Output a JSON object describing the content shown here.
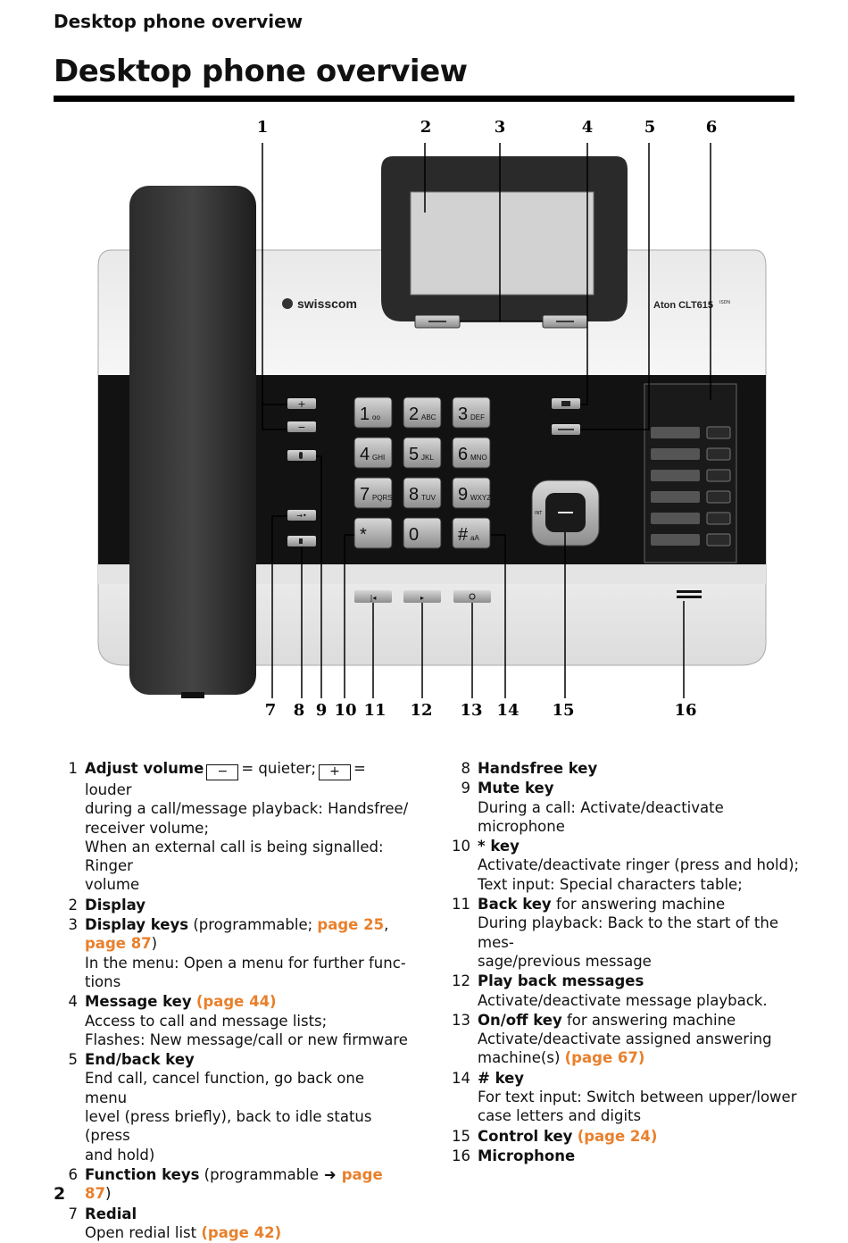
{
  "header": {
    "running_head": "Desktop phone overview",
    "title": "Desktop phone overview"
  },
  "figure": {
    "brand": "swisscom",
    "model": "Aton CLT615",
    "model_suffix": "ISDN",
    "keypad": [
      "1",
      "2",
      "3",
      "4",
      "5",
      "6",
      "7",
      "8",
      "9",
      "*",
      "0",
      "#"
    ],
    "keypad_sub": [
      "oo",
      "ABC",
      "DEF",
      "GHI",
      "JKL",
      "MNO",
      "PQRS",
      "TUV",
      "WXYZ",
      "",
      "",
      "aA"
    ],
    "volume_plus": "+",
    "volume_minus": "−",
    "nav_left": "INT",
    "callouts_top": [
      "1",
      "2",
      "3",
      "4",
      "5",
      "6"
    ],
    "callouts_bottom": [
      "7",
      "8",
      "9",
      "10",
      "11",
      "12",
      "13",
      "14",
      "15",
      "16"
    ]
  },
  "legend": {
    "i1": {
      "num": "1",
      "term": "Adjust volume",
      "minus": "−",
      "mid": "= quieter;",
      "plus": "+",
      "after": "= louder",
      "l2": "during a call/message playback: Handsfree/",
      "l3": "receiver volume;",
      "l4": "When an external call is being signalled: Ringer",
      "l5": "volume"
    },
    "i2": {
      "num": "2",
      "term": "Display"
    },
    "i3": {
      "num": "3",
      "term": "Display keys",
      "pre": "(programmable;",
      "ref1": "page 25",
      "comma": ",",
      "ref2": "page 87",
      "close": ")",
      "l3": "In the menu: Open a menu for further func-",
      "l4": "tions"
    },
    "i4": {
      "num": "4",
      "term": "Message key",
      "ref": "(page 44)",
      "l2": "Access to call and message lists;",
      "l3": "Flashes: New message/call or new firmware"
    },
    "i5": {
      "num": "5",
      "term": "End/back key",
      "l2": "End call, cancel function, go back one menu",
      "l3": "level (press briefly), back to idle status (press",
      "l4": "and hold)"
    },
    "i6": {
      "num": "6",
      "term": "Function keys",
      "pre": "(programmable",
      "ref": "page 87",
      "close": ")"
    },
    "i7": {
      "num": "7",
      "term": "Redial",
      "l2": "Open redial list",
      "ref": "(page 42)"
    },
    "i8": {
      "num": "8",
      "term": "Handsfree key"
    },
    "i9": {
      "num": "9",
      "term": "Mute key",
      "l2": "During a call: Activate/deactivate microphone"
    },
    "i10": {
      "num": "10",
      "term": "* key",
      "l2": "Activate/deactivate ringer (press and hold);",
      "l3": "Text input: Special characters table;"
    },
    "i11": {
      "num": "11",
      "term": "Back key",
      "after": "for answering machine",
      "l2": "During playback: Back to the start of the mes-",
      "l3": "sage/previous message"
    },
    "i12": {
      "num": "12",
      "term": "Play back messages",
      "l2": "Activate/deactivate message playback."
    },
    "i13": {
      "num": "13",
      "term": "On/off key",
      "after": "for answering machine",
      "l2": "Activate/deactivate assigned answering",
      "l3": "machine(s)",
      "ref": "(page 67)"
    },
    "i14": {
      "num": "14",
      "term": "# key",
      "l2": "For text input: Switch between upper/lower",
      "l3": "case letters and digits"
    },
    "i15": {
      "num": "15",
      "term": "Control key",
      "ref": "(page 24)"
    },
    "i16": {
      "num": "16",
      "term": "Microphone"
    }
  },
  "footer": {
    "page_number": "2"
  },
  "colors": {
    "ref": "#e8802c",
    "rule": "#000000",
    "body": "#f2f2f2",
    "band": "#111111"
  }
}
